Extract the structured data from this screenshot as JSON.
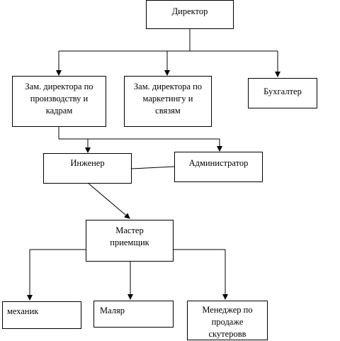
{
  "nodes": {
    "director": "Директор",
    "deputy_production": "Зам. директора по\nпроизводству и\nкадрам",
    "deputy_marketing": "Зам. директора по\nмаркетингу и\nсвязям",
    "accountant": "Бухгалтер",
    "engineer": "Инженер",
    "administrator": "Администратор",
    "master": "Мастер\nприемщик",
    "mechanic": "механик",
    "painter": "Маляр",
    "scooter_manager": "Менеджер по\nпродаже\nскутеровв"
  }
}
